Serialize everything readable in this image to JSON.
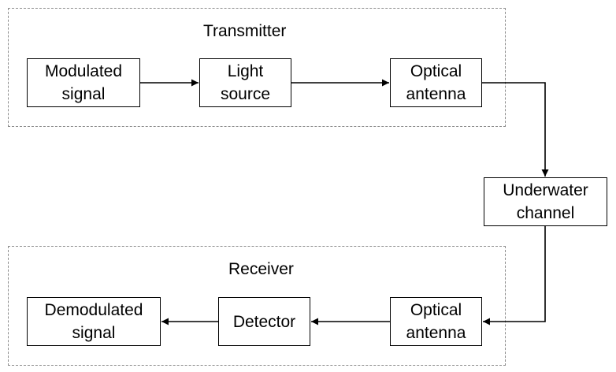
{
  "transmitter": {
    "title": "Transmitter",
    "modulated_signal": [
      "Modulated",
      "signal"
    ],
    "light_source": [
      "Light",
      "source"
    ],
    "optical_antenna": [
      "Optical",
      "antenna"
    ]
  },
  "channel": {
    "underwater_channel": [
      "Underwater",
      "channel"
    ]
  },
  "receiver": {
    "title": "Receiver",
    "optical_antenna": [
      "Optical",
      "antenna"
    ],
    "detector": [
      "Detector"
    ],
    "demodulated_signal": [
      "Demodulated",
      "signal"
    ]
  }
}
